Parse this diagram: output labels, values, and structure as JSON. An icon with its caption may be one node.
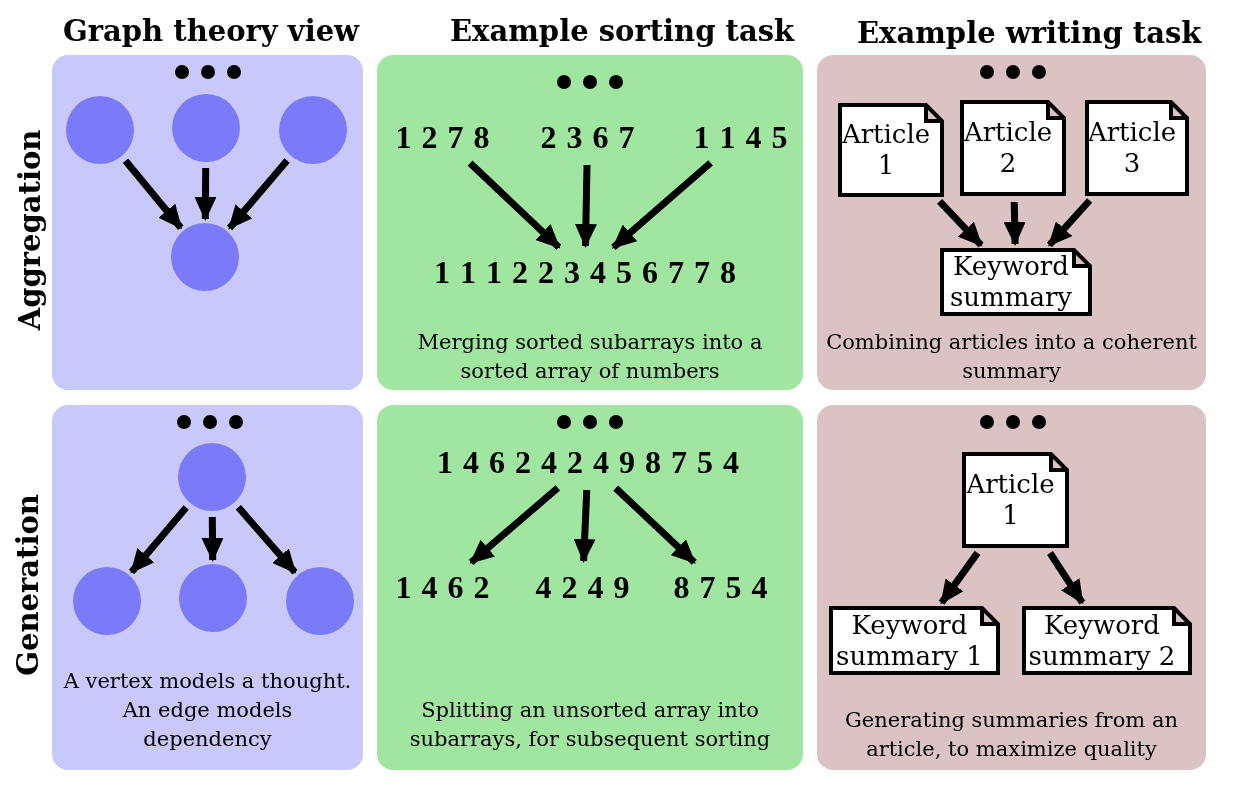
{
  "diagram": {
    "nodes": [
      {
        "text": [],
        "shape": "box"
      },
      {
        "text": [],
        "shape": "circle",
        "in": 0
      },
      {
        "text": [],
        "shape": "circle",
        "in": 0
      },
      {
        "text": [],
        "shape": "circle",
        "in": 0
      },
      {
        "text": [],
        "shape": "circle",
        "in": 0
      },
      {
        "text": [
          "Merging sorted subarrays into a sorted array of numbers"
        ]
      },
      {
        "text": [
          "1 2 7 8"
        ],
        "in": 5
      },
      {
        "text": [
          "2 3 6 7"
        ],
        "in": 5
      },
      {
        "text": [
          "1 1 4 5"
        ],
        "in": 5
      },
      {
        "text": [
          "1 1 1 2 2 3 4 5 6 7 7 8"
        ],
        "in": 5
      },
      {
        "text": [
          "Combining articles into a coherent summary"
        ]
      },
      {
        "text": [
          "Article 1"
        ],
        "in": 10
      },
      {
        "text": [
          "Article 2"
        ],
        "in": 10
      },
      {
        "text": [
          "Article 3"
        ],
        "in": 10
      },
      {
        "text": [
          "Keyword summary"
        ],
        "in": 10
      },
      {
        "text": [
          "A vertex models a thought. An edge models dependency"
        ]
      },
      {
        "text": [],
        "shape": "circle",
        "in": 15
      },
      {
        "text": [],
        "shape": "circle",
        "in": 15
      },
      {
        "text": [],
        "shape": "circle",
        "in": 15
      },
      {
        "text": [],
        "shape": "circle",
        "in": 15
      },
      {
        "text": [
          "Splitting an unsorted array into subarrays, for subsequent sorting"
        ]
      },
      {
        "text": [
          "1 4 6 2 4 2 4 9 8 7 5 4"
        ],
        "in": 20
      },
      {
        "text": [
          "1 4 6 2"
        ],
        "in": 20
      },
      {
        "text": [
          "4 2 4 9"
        ],
        "in": 20
      },
      {
        "text": [
          "8 7 5 4"
        ],
        "in": 20
      },
      {
        "text": [
          "Generating summaries from an article, to maximize quality"
        ]
      },
      {
        "text": [
          "Article 1"
        ],
        "in": 25
      },
      {
        "text": [
          "Keyword summary 1"
        ],
        "in": 25
      },
      {
        "text": [
          "Keyword summary 2"
        ],
        "in": 25
      }
    ],
    "edges": [
      {
        "from": 1,
        "to": 4,
        "arrow": "to"
      },
      {
        "from": 2,
        "to": 4,
        "arrow": "to"
      },
      {
        "from": 3,
        "to": 4,
        "arrow": "to"
      },
      {
        "from": 6,
        "to": 9,
        "arrow": "to"
      },
      {
        "from": 7,
        "to": 9,
        "arrow": "to"
      },
      {
        "from": 8,
        "to": 9,
        "arrow": "to"
      },
      {
        "from": 11,
        "to": 14,
        "arrow": "to"
      },
      {
        "from": 12,
        "to": 14,
        "arrow": "to"
      },
      {
        "from": 13,
        "to": 14,
        "arrow": "to"
      },
      {
        "from": 16,
        "to": 17,
        "arrow": "to"
      },
      {
        "from": 16,
        "to": 18,
        "arrow": "to"
      },
      {
        "from": 16,
        "to": 19,
        "arrow": "to"
      },
      {
        "from": 21,
        "to": 22,
        "arrow": "to"
      },
      {
        "from": 21,
        "to": 23,
        "arrow": "to"
      },
      {
        "from": 21,
        "to": 24,
        "arrow": "to"
      },
      {
        "from": 26,
        "to": 27,
        "arrow": "to"
      },
      {
        "from": 26,
        "to": 28,
        "arrow": "to"
      }
    ],
    "labels": [
      "Graph theory view",
      "Example sorting task",
      "Example writing task",
      "Aggregation",
      "Generation"
    ]
  }
}
